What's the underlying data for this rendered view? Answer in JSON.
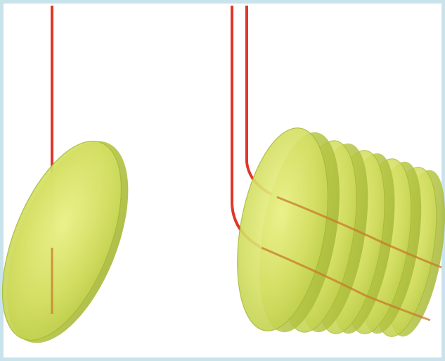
{
  "colors": {
    "frame": "#c9e3ec",
    "background": "#ffffff",
    "disc_fill": "#d4e064",
    "disc_highlight": "#e8f08a",
    "disc_edge": "#a9ba33",
    "disc_shadow": "#b7c94a",
    "wire": "#e0372a",
    "wire_through_disc": "#c77a2a"
  },
  "left_assembly": {
    "discs": 1,
    "wires": 1
  },
  "right_assembly": {
    "discs": 5,
    "wires": 2
  }
}
